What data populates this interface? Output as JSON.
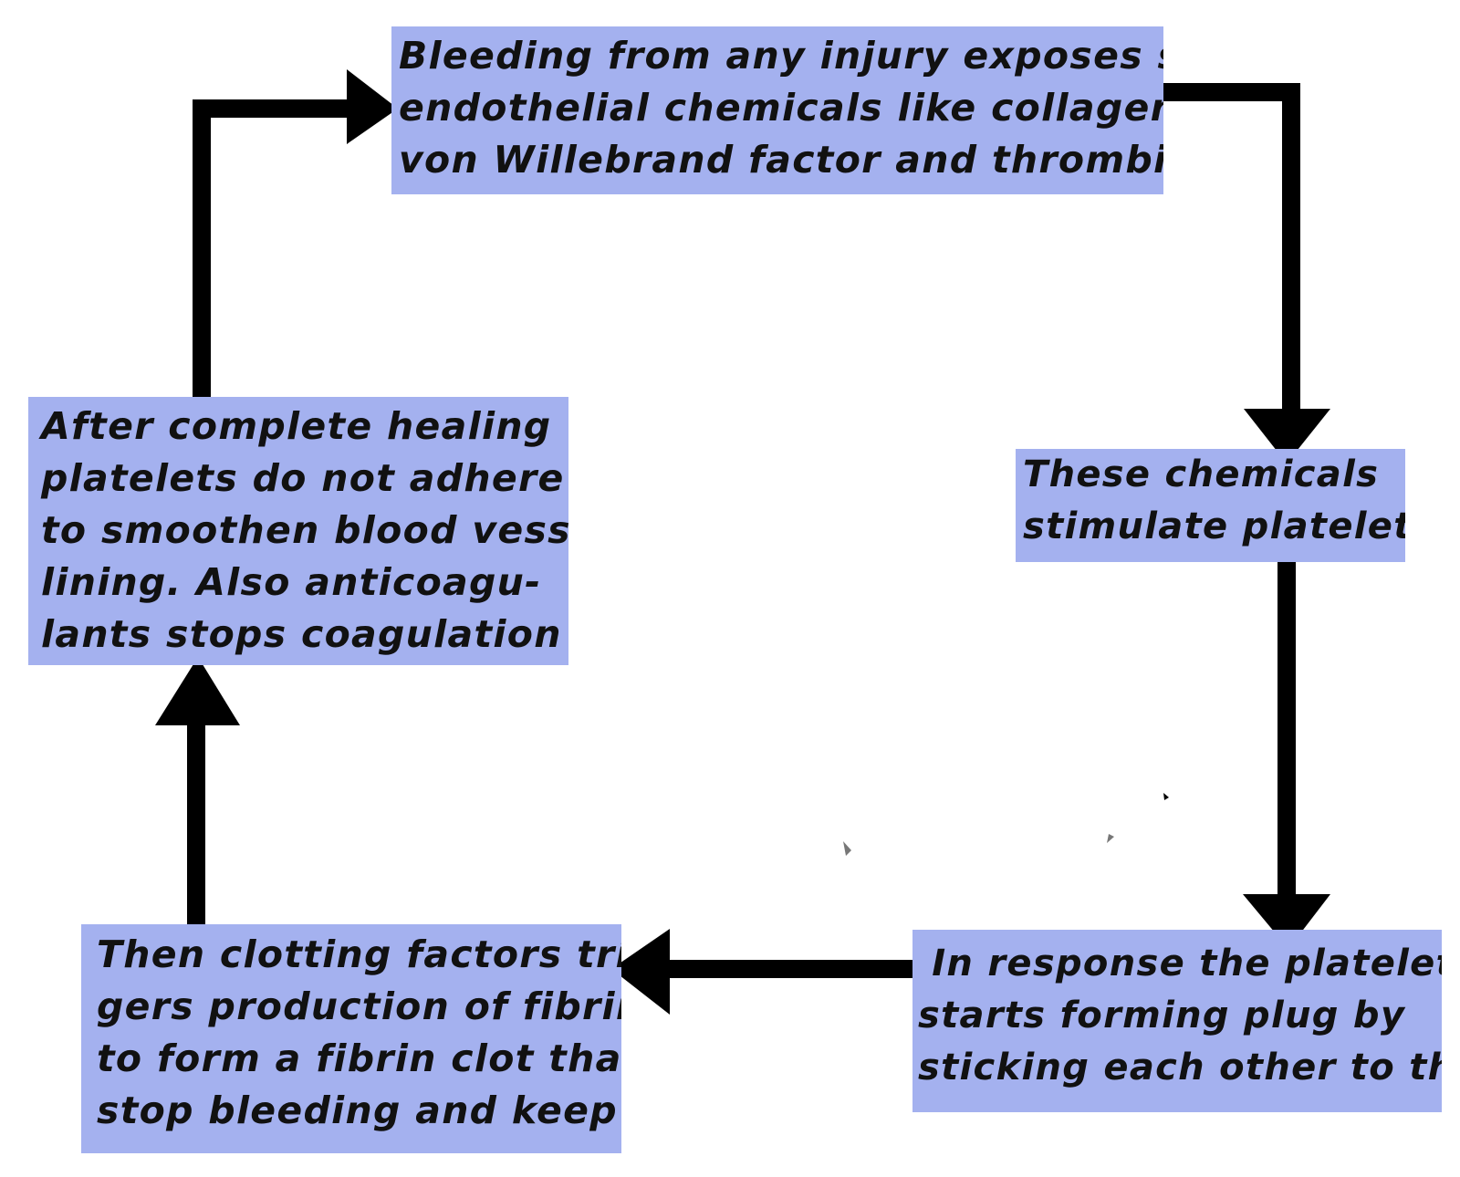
{
  "diagram": {
    "box_color": "#a4b1ef",
    "arrow_color": "#000000",
    "boxes": {
      "top": {
        "lines": [
          "Bleeding from any injury exposes sub-",
          "endothelial chemicals like collagen,",
          "von Willebrand factor and thrombin"
        ]
      },
      "right": {
        "lines": [
          "These chemicals",
          "stimulate platelets"
        ]
      },
      "bottom_right": {
        "lines": [
          " In response the platelets",
          "starts forming plug by",
          "sticking each other to the"
        ]
      },
      "bottom_left": {
        "lines": [
          "Then clotting factors trig-",
          "gers production of fibrin",
          "to form a fibrin clot that",
          "stop bleeding and keep"
        ]
      },
      "left": {
        "lines": [
          "After complete healing",
          "platelets do not adhere",
          "to smoothen blood vessel",
          "lining. Also anticoagu-",
          "lants stops coagulation"
        ]
      }
    }
  }
}
